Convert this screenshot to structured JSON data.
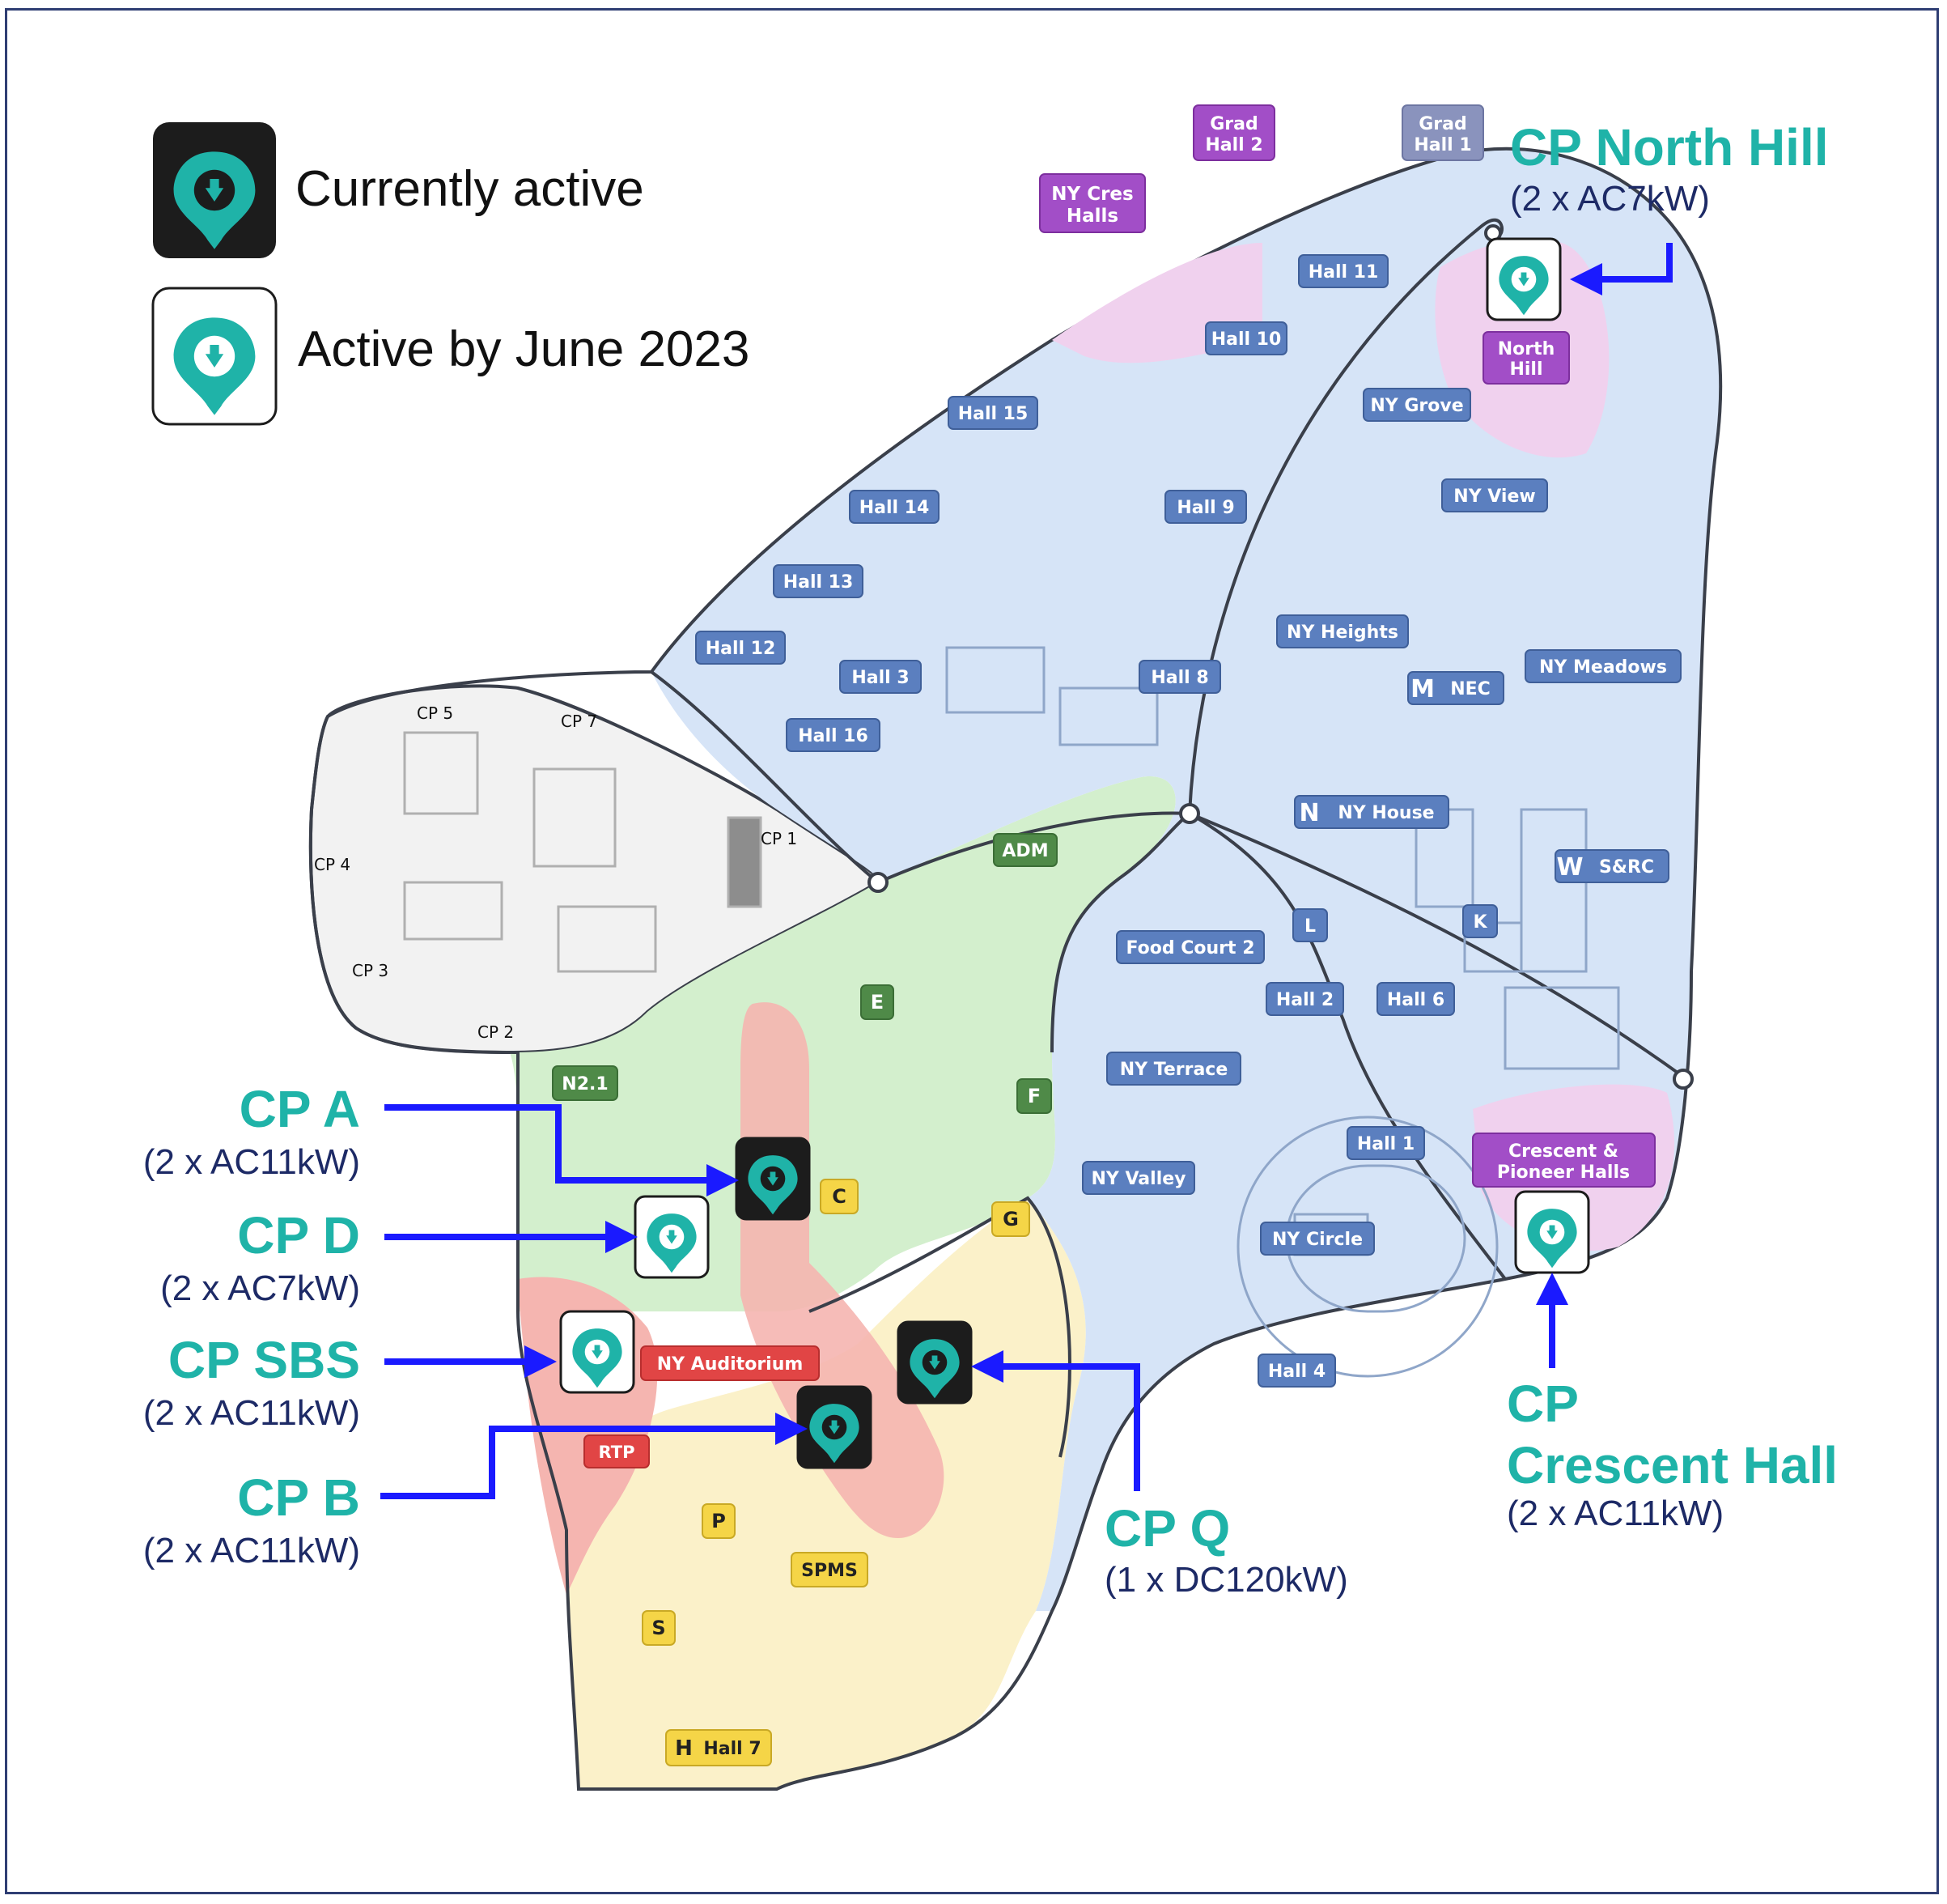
{
  "legend": {
    "active_label": "Currently active",
    "upcoming_label": "Active by June 2023"
  },
  "chargers": {
    "north_hill": {
      "title": "CP North Hill",
      "spec": "(2 x AC7kW)"
    },
    "cp_a": {
      "title": "CP A",
      "spec": "(2 x AC11kW)"
    },
    "cp_d": {
      "title": "CP D",
      "spec": "(2 x AC7kW)"
    },
    "cp_sbs": {
      "title": "CP SBS",
      "spec": "(2 x AC11kW)"
    },
    "cp_b": {
      "title": "CP B",
      "spec": "(2 x AC11kW)"
    },
    "cp_q": {
      "title": "CP Q",
      "spec": "(1 x DC120kW)"
    },
    "crescent": {
      "title_line1": "CP",
      "title_line2": "Crescent Hall",
      "spec": "(2 x AC11kW)"
    }
  },
  "map_labels": {
    "blue": [
      "Hall 11",
      "Hall 10",
      "Hall 15",
      "Hall 14",
      "Hall 9",
      "Hall 13",
      "Hall 12",
      "Hall 3",
      "Hall 8",
      "Hall 16",
      "NY Grove",
      "NY View",
      "NY Heights",
      "NEC",
      "NY Meadows",
      "NY House",
      "S&RC",
      "Food Court 2",
      "L",
      "K",
      "Hall 2",
      "Hall 6",
      "NY Terrace",
      "Hall 1",
      "NY Valley",
      "NY Circle",
      "Hall 4"
    ],
    "letters": {
      "nec": "M",
      "house": "N",
      "src": "W"
    },
    "purple": {
      "ny_cres": [
        "NY Cres",
        "Halls"
      ],
      "grad2": [
        "Grad",
        "Hall 2"
      ],
      "north_hill": [
        "North",
        "Hill"
      ],
      "crescent": [
        "Crescent &",
        "Pioneer Halls"
      ]
    },
    "grad1": [
      "Grad",
      "Hall 1"
    ],
    "green": [
      "ADM",
      "E",
      "N2.1",
      "F"
    ],
    "red": [
      "NY Auditorium",
      "RTP"
    ],
    "yellow": [
      "C",
      "G",
      "P",
      "SPMS",
      "S",
      "Hall 7"
    ],
    "yellow_h": "H",
    "carparks": [
      "CP 5",
      "CP 7",
      "CP 1",
      "CP 4",
      "CP 3",
      "CP 2"
    ]
  },
  "colors": {
    "teal": "#1fb3a8",
    "navy": "#1d2a66",
    "arrow": "#1a1aff",
    "zone_blue": "#d6e4f7",
    "zone_green": "#d3efcd",
    "zone_yellow": "#fbf1c9",
    "zone_red": "#f5b5b0",
    "zone_gray": "#f2f2f2",
    "zone_pink": "#f0d1ee"
  }
}
